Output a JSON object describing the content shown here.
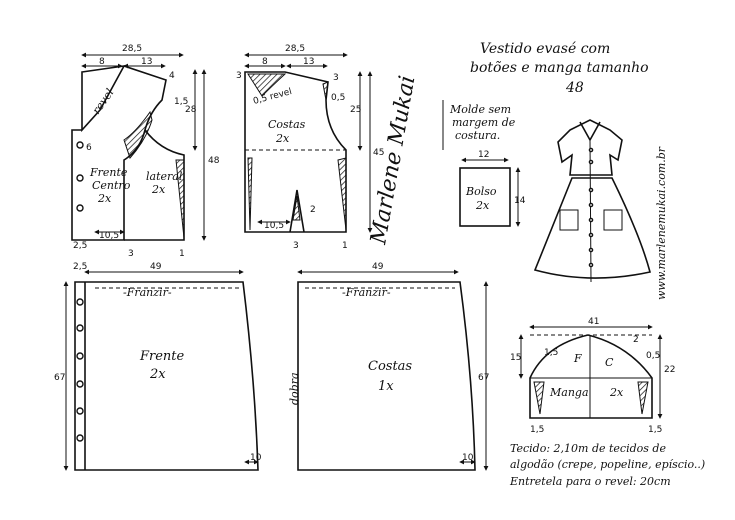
{
  "title": {
    "line1": "Vestido evasé com",
    "line2": "botões e manga tamanho",
    "line3": "48"
  },
  "note": {
    "line1": "Molde sem",
    "line2": "margem de",
    "line3": "costura."
  },
  "watermark_site": "www.marlenemukai.com.br",
  "front_bodice": {
    "width": "28,5",
    "top_a": "8",
    "top_b": "13",
    "shoulder": "4",
    "neck_drop": "1,5",
    "label_revel": "revel",
    "height_a": "28",
    "height_b": "48",
    "side": "1",
    "center_label": "Frente\nCentro\n2x",
    "lateral_label": "lateral\n2x",
    "bottom_a": "10,5",
    "bottom_b": "3",
    "bottom_c": "1",
    "edge": "2,5",
    "left_mark": "6"
  },
  "back_bodice": {
    "width": "28,5",
    "top_a": "8",
    "top_b": "13",
    "shoulder_a": "3",
    "shoulder_b": "3",
    "revel_text": "0,5 revel",
    "mid": "0,5",
    "height_a": "25",
    "height_b": "45",
    "label": "Costas\n2x",
    "dart": "2",
    "bottom_a": "10,5",
    "bottom_b": "3",
    "bottom_c": "1"
  },
  "pocket": {
    "width": "12",
    "height": "14",
    "label": "Bolso\n2x"
  },
  "front_skirt": {
    "width": "49",
    "edge": "2,5",
    "gather": "-Franzir-",
    "height": "67",
    "bottom": "10",
    "label": "Frente\n2x"
  },
  "back_skirt": {
    "width": "49",
    "gather": "-Franzir-",
    "fold": "dobra",
    "height": "67",
    "bottom": "10",
    "label": "Costas\n1x"
  },
  "sleeve": {
    "width": "41",
    "left_h": "15",
    "right_h": "22",
    "cap_l": "1,5",
    "cap_r": "2",
    "cap_rr": "0,5",
    "f": "F",
    "c": "C",
    "label": "Manga",
    "count": "2x",
    "low_l": "1,5",
    "low_r": "1,5"
  },
  "fabric": {
    "line1": "Tecido: 2,10m de tecidos de",
    "line2": "algodão (crepe, popeline, epíscio..)",
    "line3": "Entretela para o revel: 20cm"
  },
  "signature": "Marlene Mukai"
}
